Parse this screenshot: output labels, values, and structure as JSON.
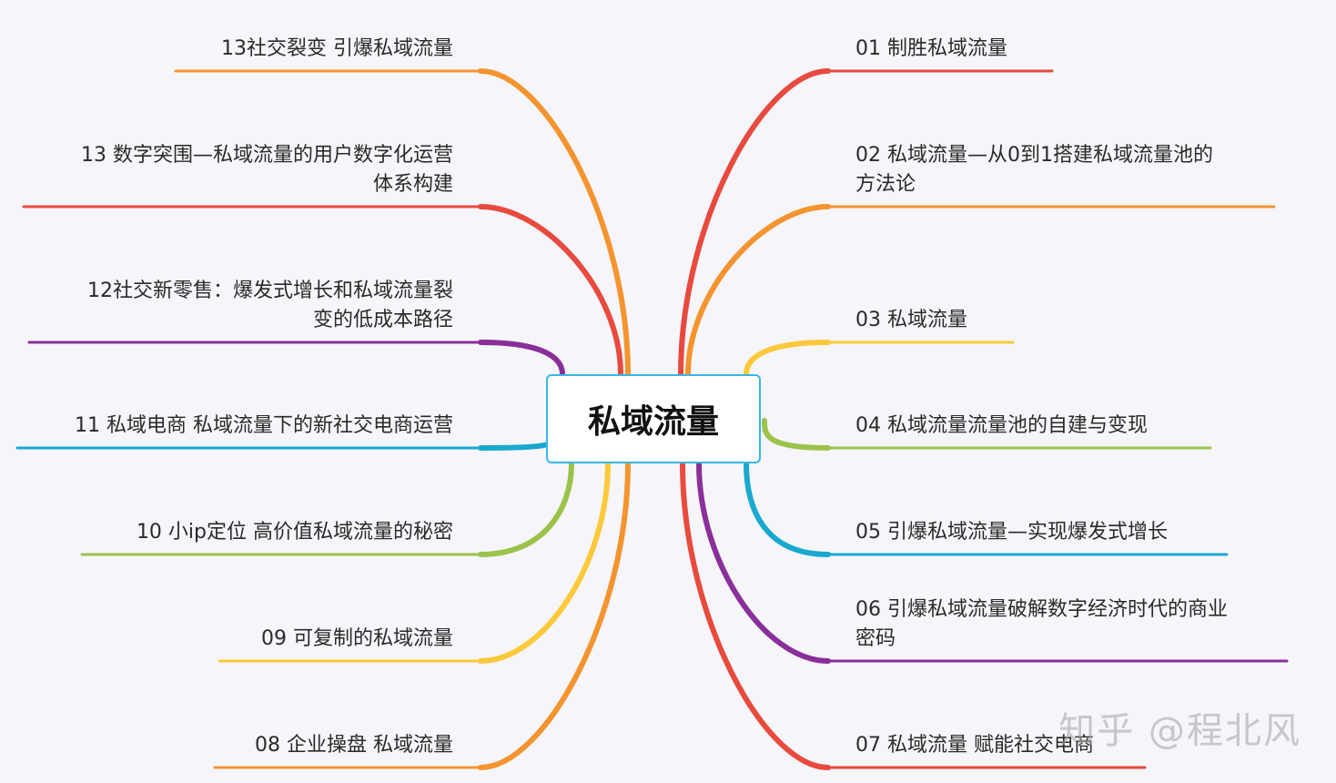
{
  "root": {
    "label": "私域流量",
    "border_color": "#36b7e8"
  },
  "watermark": "知乎 @程北风",
  "branches": [
    {
      "side": "left",
      "label": "13社交裂变 引爆私域流量",
      "color": "#f4942f"
    },
    {
      "side": "left",
      "label": "13 数字突围—私域流量的用户数字化运营\n体系构建",
      "color": "#e84a3e"
    },
    {
      "side": "left",
      "label": "12社交新零售：爆发式增长和私域流量裂\n变的低成本路径",
      "color": "#8a2f9a"
    },
    {
      "side": "left",
      "label": "11 私域电商 私域流量下的新社交电商运营",
      "color": "#19a9cf"
    },
    {
      "side": "left",
      "label": "10 小ip定位  高价值私域流量的秘密",
      "color": "#9cc24a"
    },
    {
      "side": "left",
      "label": "09 可复制的私域流量",
      "color": "#fbc93a"
    },
    {
      "side": "left",
      "label": "08 企业操盘 私域流量",
      "color": "#f4942f"
    },
    {
      "side": "right",
      "label": "01  制胜私域流量",
      "color": "#e84a3e"
    },
    {
      "side": "right",
      "label": "02  私域流量—从0到1搭建私域流量池的\n方法论",
      "color": "#f4942f"
    },
    {
      "side": "right",
      "label": "03   私域流量",
      "color": "#fbc93a"
    },
    {
      "side": "right",
      "label": "04   私域流量流量池的自建与变现",
      "color": "#9cc24a"
    },
    {
      "side": "right",
      "label": "05  引爆私域流量—实现爆发式增长",
      "color": "#19a9cf"
    },
    {
      "side": "right",
      "label": "06 引爆私域流量破解数字经济时代的商业\n密码",
      "color": "#8a2f9a"
    },
    {
      "side": "right",
      "label": "07  私域流量 赋能社交电商",
      "color": "#e84a3e"
    }
  ]
}
